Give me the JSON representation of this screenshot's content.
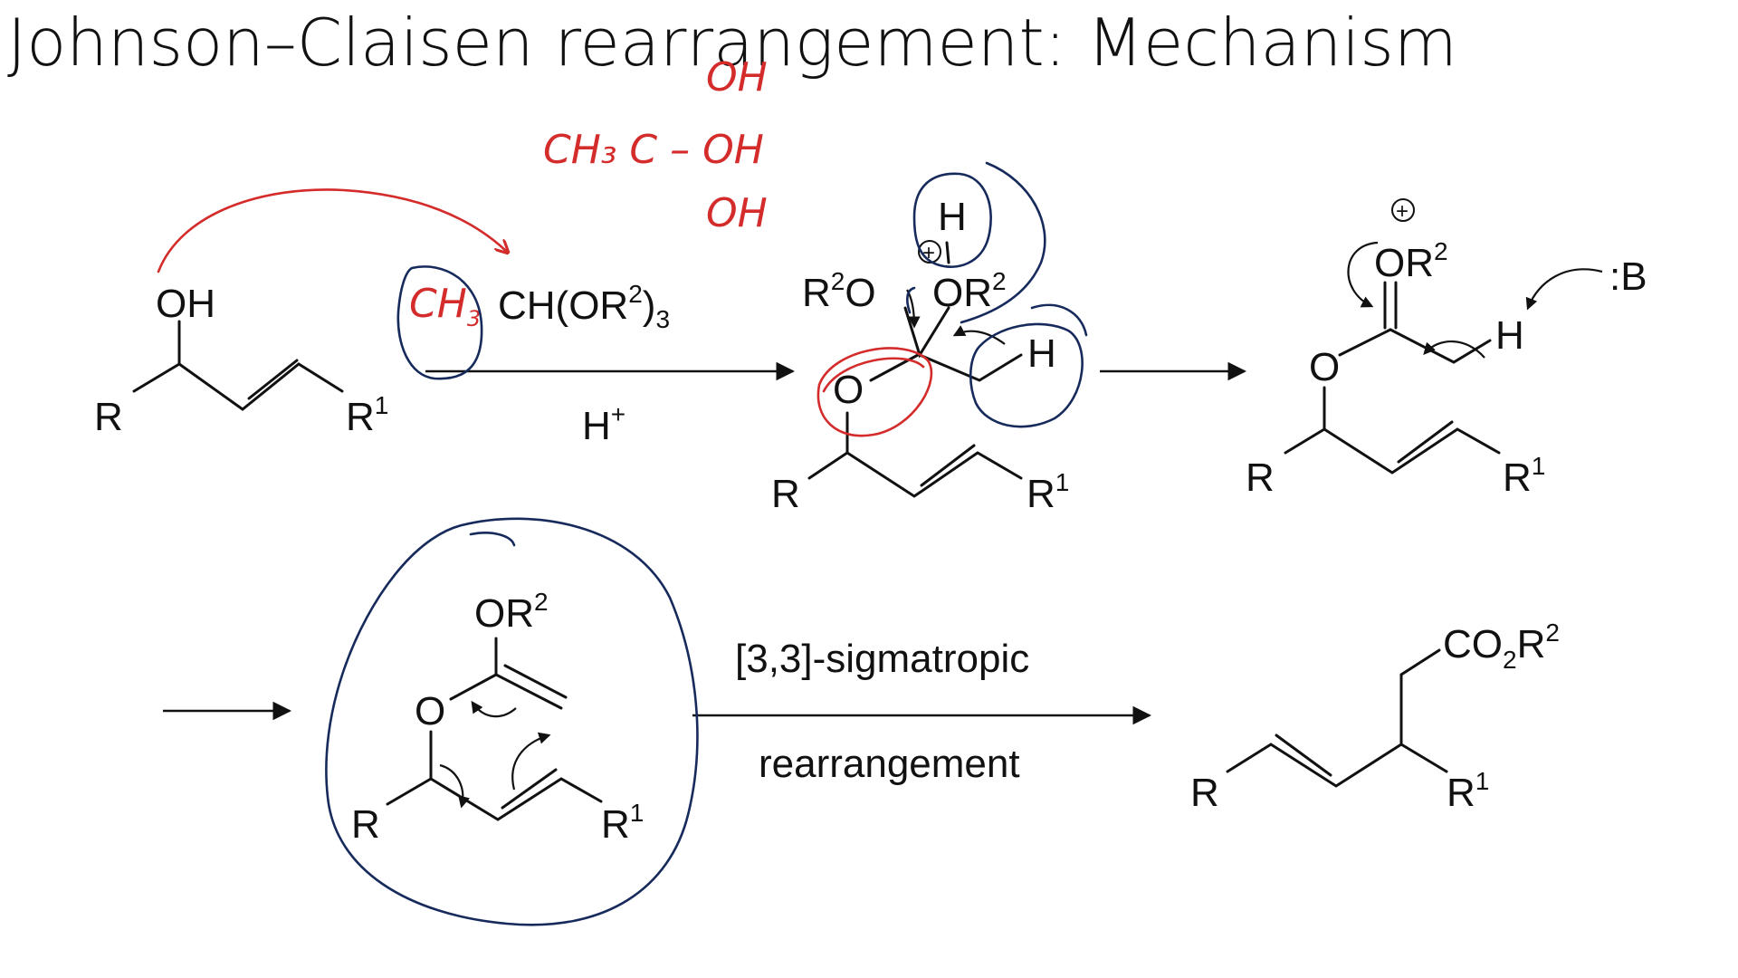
{
  "slide": {
    "title": "Johnson–Claisen rearrangement: Mechanism"
  },
  "colors": {
    "ink": "#111111",
    "annotation_red": "#d42b2b",
    "annotation_blue": "#172a5c"
  },
  "labels": {
    "OH": "OH",
    "R": "R",
    "R1": "R",
    "sup1": "1",
    "O": "O",
    "H": "H",
    "B": ":B",
    "OR2": "OR",
    "R2O": "R",
    "sup2": "2",
    "plus": "+",
    "reagent_main": "CH(OR",
    "reagent_sub3": "3",
    "paren": ")",
    "CO2R2_a": "CO",
    "CO2R2_b": "R",
    "sub2": "2"
  },
  "conditions": {
    "acid": "H",
    "acid_sup": "+",
    "step_top": "[3,3]-sigmatropic",
    "step_bottom": "rearrangement"
  },
  "annotations": {
    "red_ch3": "CH",
    "red_ch3_sub": "3",
    "red_formula_line1": "OH",
    "red_formula_line2": "CH₃ C – OH",
    "red_formula_line3": "OH"
  }
}
